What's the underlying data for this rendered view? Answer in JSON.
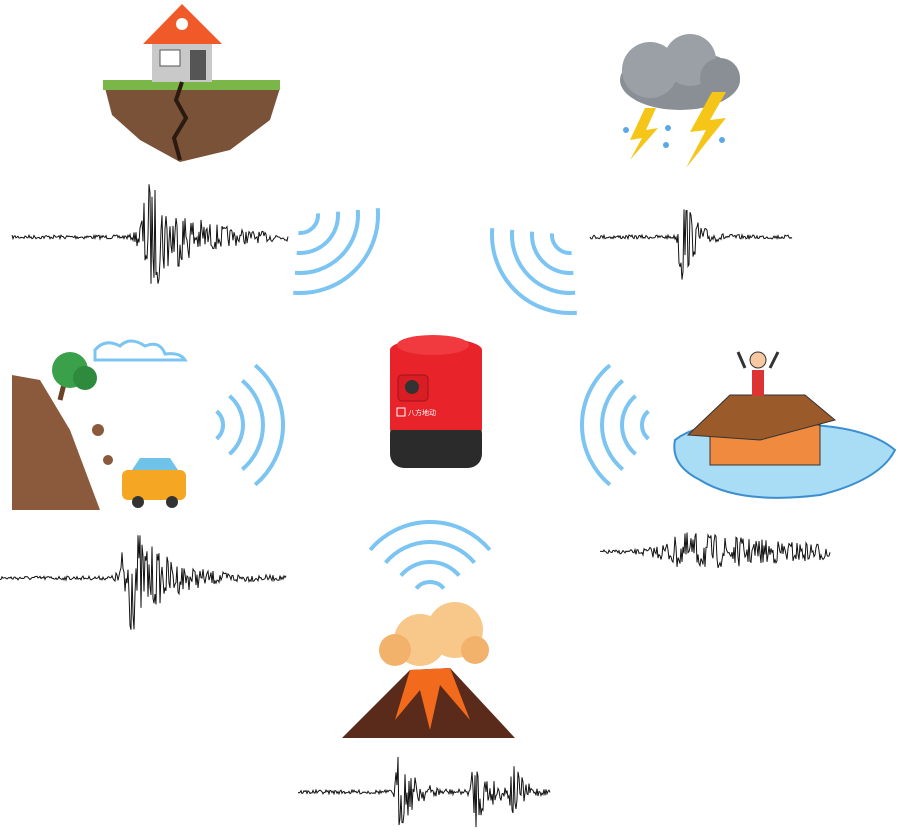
{
  "device": {
    "brand_logo_text": "八方地动",
    "color": "#e8232a"
  },
  "colors": {
    "signal_wave": "#7cc4f2",
    "waveform": "#111111"
  },
  "hazards": [
    {
      "id": "earthquake",
      "icon": "cracked-house-icon"
    },
    {
      "id": "thunderstorm",
      "icon": "storm-cloud-icon"
    },
    {
      "id": "landslide",
      "icon": "landslide-icon"
    },
    {
      "id": "flood",
      "icon": "flooded-house-icon"
    },
    {
      "id": "volcano",
      "icon": "volcano-icon"
    }
  ]
}
